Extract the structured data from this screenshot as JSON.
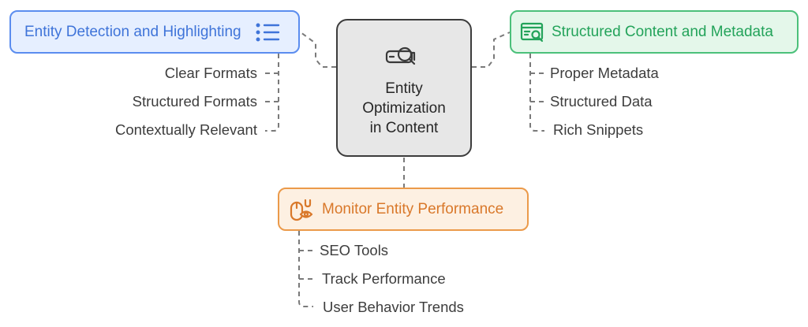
{
  "center": {
    "title": "Entity\nOptimization\nin Content",
    "icon": "vr-headset-search-icon"
  },
  "branches": {
    "detection": {
      "title": "Entity Detection and Highlighting",
      "icon": "list-icon",
      "color": "#3f74d9",
      "items": [
        "Clear Formats",
        "Structured Formats",
        "Contextually Relevant"
      ]
    },
    "structured": {
      "title": "Structured Content and Metadata",
      "icon": "browser-search-icon",
      "color": "#23a35a",
      "items": [
        "Proper Metadata",
        "Structured Data",
        "Rich Snippets"
      ]
    },
    "monitor": {
      "title": "Monitor Entity Performance",
      "icon": "mouse-eye-icon",
      "color": "#d9782a",
      "items": [
        "SEO Tools",
        "Track Performance",
        "User Behavior Trends"
      ]
    }
  }
}
